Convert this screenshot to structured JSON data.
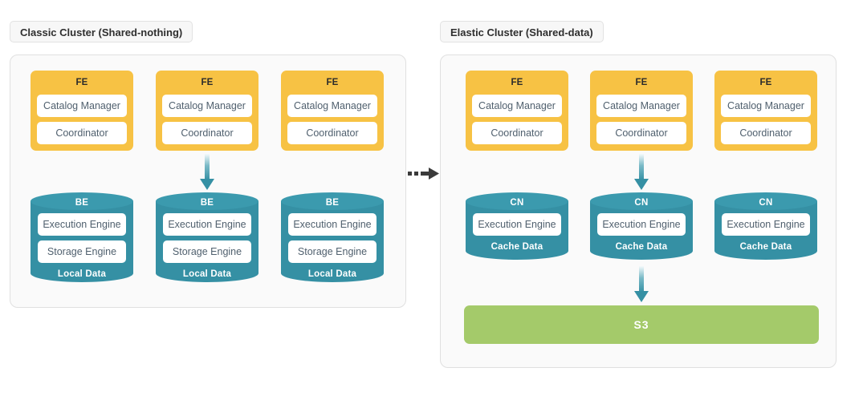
{
  "diagram": {
    "title_left": "Classic Cluster (Shared-nothing)",
    "title_right": "Elastic Cluster (Shared-data)",
    "transition_icon": "dashed-arrow-right-icon",
    "colors": {
      "fe": "#f7c244",
      "node": "#3590a4",
      "node_cap": "#3b9aae",
      "storage": "#a4ca6a",
      "panel_bg": "#fafafa",
      "panel_border": "#e0e0e0",
      "chip_bg": "#f7f7f7",
      "inner_box": "#ffffff",
      "text_dark": "#50606e"
    }
  },
  "clusters": {
    "classic": {
      "label": "Classic Cluster (Shared-nothing)",
      "frontends": [
        {
          "title": "FE",
          "items": [
            "Catalog Manager",
            "Coordinator"
          ]
        },
        {
          "title": "FE",
          "items": [
            "Catalog Manager",
            "Coordinator"
          ]
        },
        {
          "title": "FE",
          "items": [
            "Catalog Manager",
            "Coordinator"
          ]
        }
      ],
      "backends": [
        {
          "title": "BE",
          "items": [
            "Execution Engine",
            "Storage Engine"
          ],
          "data": "Local Data"
        },
        {
          "title": "BE",
          "items": [
            "Execution Engine",
            "Storage Engine"
          ],
          "data": "Local Data"
        },
        {
          "title": "BE",
          "items": [
            "Execution Engine",
            "Storage Engine"
          ],
          "data": "Local Data"
        }
      ],
      "arrows": [
        {
          "name": "fe-to-be-arrow",
          "direction": "down"
        }
      ]
    },
    "elastic": {
      "label": "Elastic Cluster (Shared-data)",
      "frontends": [
        {
          "title": "FE",
          "items": [
            "Catalog Manager",
            "Coordinator"
          ]
        },
        {
          "title": "FE",
          "items": [
            "Catalog Manager",
            "Coordinator"
          ]
        },
        {
          "title": "FE",
          "items": [
            "Catalog Manager",
            "Coordinator"
          ]
        }
      ],
      "compute_nodes": [
        {
          "title": "CN",
          "items": [
            "Execution Engine"
          ],
          "data": "Cache Data"
        },
        {
          "title": "CN",
          "items": [
            "Execution Engine"
          ],
          "data": "Cache Data"
        },
        {
          "title": "CN",
          "items": [
            "Execution Engine"
          ],
          "data": "Cache Data"
        }
      ],
      "storage": {
        "label": "S3"
      },
      "arrows": [
        {
          "name": "fe-to-cn-arrow",
          "direction": "down"
        },
        {
          "name": "cn-to-s3-arrow",
          "direction": "down"
        }
      ]
    }
  }
}
